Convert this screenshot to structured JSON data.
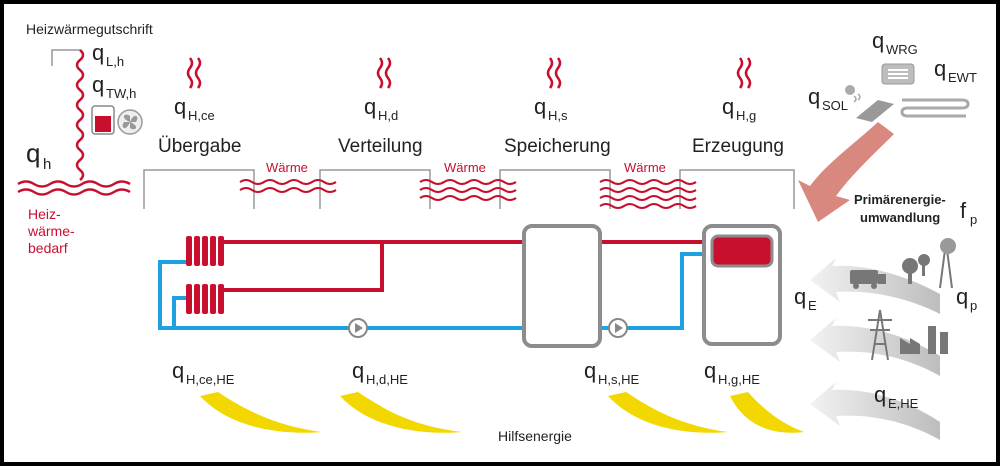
{
  "labels": {
    "heat_credit": "Heizwärmegutschrift",
    "q_L_h": "L,h",
    "q_TW_h": "TW,h",
    "q_h": "h",
    "heat_demand_1": "Heiz-",
    "heat_demand_2": "wärme-",
    "heat_demand_3": "bedarf",
    "q_H_ce": "H,ce",
    "q_H_d": "H,d",
    "q_H_s": "H,s",
    "q_H_g": "H,g",
    "stage_transfer": "Übergabe",
    "stage_distribution": "Verteilung",
    "stage_storage": "Speicherung",
    "stage_generation": "Erzeugung",
    "heat": "Wärme",
    "q_WRG": "WRG",
    "q_SOL": "SOL",
    "q_EWT": "EWT",
    "primary_1": "Primärenergie-",
    "primary_2": "umwandlung",
    "f_p": "p",
    "q_E": "E",
    "q_p": "p",
    "q_E_HE": "E,HE",
    "q_H_ce_HE": "H,ce,HE",
    "q_H_d_HE": "H,d,HE",
    "q_H_s_HE": "H,s,HE",
    "q_H_g_HE": "H,g,HE",
    "aux_energy": "Hilfsenergie",
    "q_letter": "q",
    "f_letter": "f"
  },
  "colors": {
    "heat_red": "#c8102e",
    "supply_red": "#c8102e",
    "return_blue": "#1fa0e0",
    "aux_yellow": "#f2d800",
    "grey": "#8c8c8c",
    "light_grey": "#d9d9d9",
    "salmon": "#d98880"
  }
}
